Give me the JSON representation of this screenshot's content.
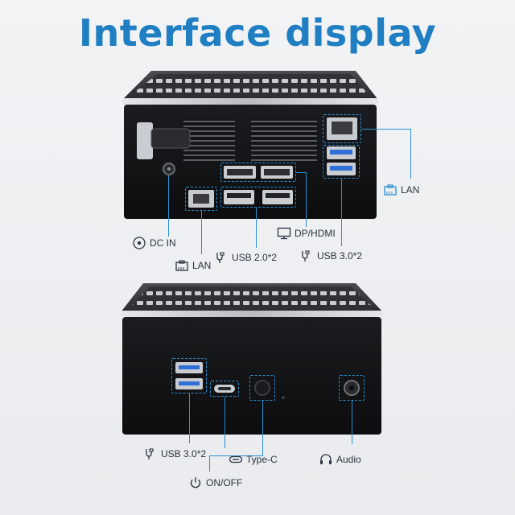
{
  "title": "Interface display",
  "rear_labels": {
    "dc_in": "DC IN",
    "lan_left": "LAN",
    "usb2": "USB 2.0*2",
    "dp_hdmi": "DP/HDMI",
    "usb3_rear": "USB 3.0*2",
    "lan_right": "LAN"
  },
  "front_labels": {
    "usb3_front": "USB 3.0*2",
    "type_c": "Type-C",
    "audio": "Audio",
    "on_off": "ON/OFF"
  },
  "colors": {
    "accent": "#1f7fc2",
    "callout": "#2b8fd0",
    "usb3_port": "#2f6fd6",
    "chassis": "#141416"
  },
  "icons": [
    "dc-in-icon",
    "ethernet-icon",
    "usb-icon",
    "monitor-icon",
    "type-c-icon",
    "headphone-icon",
    "power-icon"
  ]
}
